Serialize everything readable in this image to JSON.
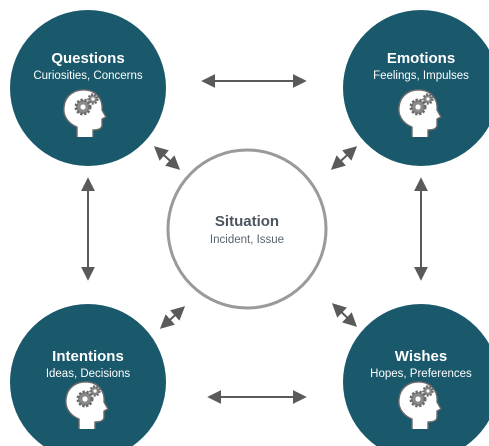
{
  "colors": {
    "node_fill": "#1a586b",
    "arrow": "#5a5a5a",
    "center_ring": "#9a9a9a",
    "text_light": "#ffffff",
    "text_dark": "#4b5560"
  },
  "center": {
    "title": "Situation",
    "subtitle": "Incident, Issue"
  },
  "nodes": {
    "questions": {
      "title": "Questions",
      "subtitle": "Curiosities, Concerns",
      "icon": "head-gears-icon"
    },
    "emotions": {
      "title": "Emotions",
      "subtitle": "Feelings, Impulses",
      "icon": "head-gears-icon"
    },
    "intentions": {
      "title": "Intentions",
      "subtitle": "Ideas, Decisions",
      "icon": "head-gears-icon"
    },
    "wishes": {
      "title": "Wishes",
      "subtitle": "Hopes, Preferences",
      "icon": "head-gears-icon"
    }
  }
}
